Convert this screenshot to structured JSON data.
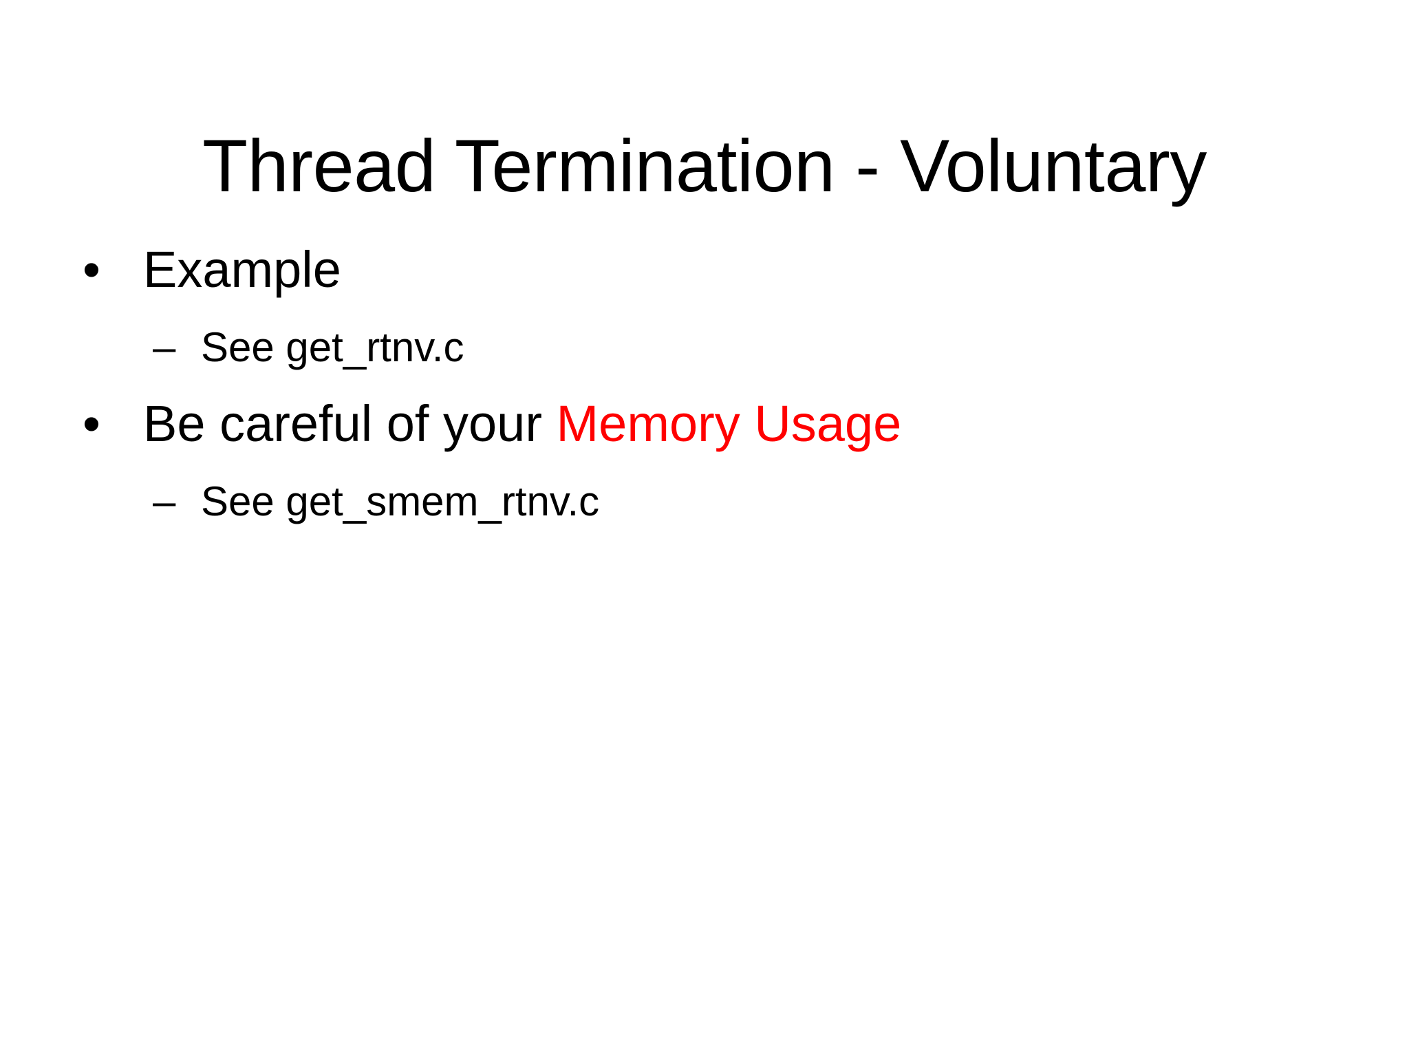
{
  "slide": {
    "background_color": "#ffffff",
    "title": "Thread Termination - Voluntary",
    "title_color": "#000000",
    "accent_color": "#ff0000",
    "bullet_marker_level1": "•",
    "bullet_marker_level2": "–",
    "body": [
      {
        "level": 1,
        "marker": "•",
        "runs": [
          {
            "text": "Example",
            "color": "#000000"
          }
        ]
      },
      {
        "level": 2,
        "marker": "–",
        "runs": [
          {
            "text": "See get_rtnv.c",
            "color": "#000000"
          }
        ]
      },
      {
        "level": 1,
        "marker": "•",
        "runs": [
          {
            "text": "Be careful of your ",
            "color": "#000000"
          },
          {
            "text": "Memory Usage",
            "color": "#ff0000"
          }
        ]
      },
      {
        "level": 2,
        "marker": "–",
        "runs": [
          {
            "text": "See get_smem_rtnv.c",
            "color": "#000000"
          }
        ]
      }
    ]
  }
}
